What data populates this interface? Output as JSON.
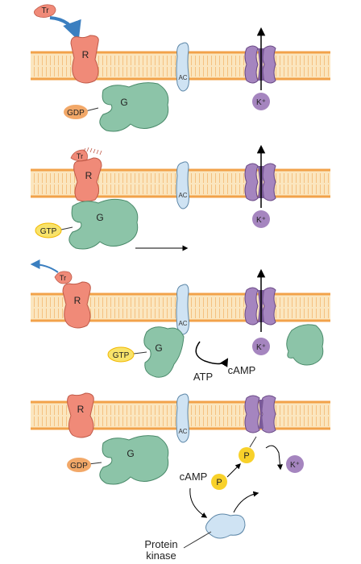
{
  "labels": {
    "tr": "Tr",
    "receptor": "R",
    "g_protein": "G",
    "adenylyl_cyclase": "AC",
    "potassium": "K⁺",
    "gdp": "GDP",
    "gtp": "GTP",
    "atp": "ATP",
    "camp": "cAMP",
    "phosphate": "P",
    "protein_kinase_line1": "Protein",
    "protein_kinase_line2": "kinase"
  },
  "colors": {
    "membrane_fill": "#fbe6bf",
    "membrane_line": "#f2a24a",
    "membrane_tick": "#f4b870",
    "receptor": "#f08a78",
    "receptor_stroke": "#c05a48",
    "g_protein": "#8cc4a8",
    "g_protein_stroke": "#4a8a6a",
    "ac": "#cfe3f3",
    "ac_stroke": "#5d87a8",
    "channel": "#a585bf",
    "channel_stroke": "#6a4a86",
    "gdp": "#f2a868",
    "gtp": "#f8e36a",
    "gtp_stroke": "#f2b800",
    "p_circle": "#f8d12a",
    "k_circle": "#a585bf",
    "kinase": "#cfe3f3",
    "transmitter_arrow": "#3b7fc0"
  }
}
